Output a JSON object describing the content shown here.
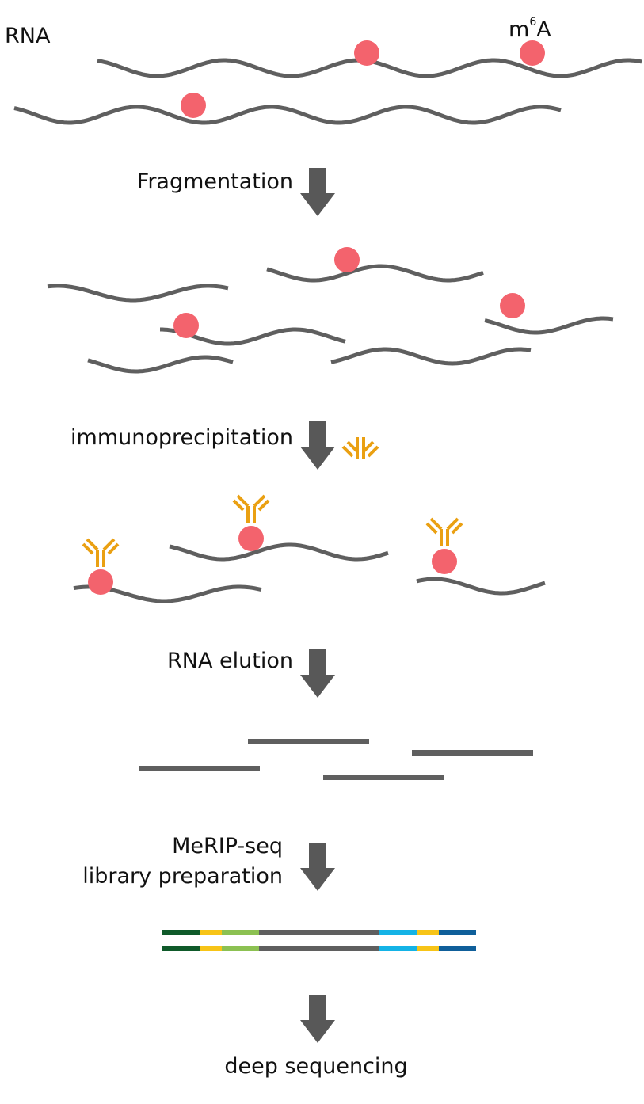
{
  "labels": {
    "rna": "RNA",
    "m6a_base": "m",
    "m6a_super": "6",
    "m6a_tail": "A",
    "step_fragmentation": "Fragmentation",
    "step_immunoprecipitation": "immunoprecipitation",
    "step_elution": "RNA elution",
    "step_library_line1": "MeRIP-seq",
    "step_library_line2": "library preparation",
    "step_sequencing": "deep sequencing"
  },
  "colors": {
    "strand": "#5f5f5f",
    "m6a_dot": "#f3636d",
    "antibody": "#eaa012",
    "arrow": "#585858",
    "adapter_dark_green": "#0f5a2a",
    "adapter_yellow": "#f7c417",
    "adapter_light_green": "#8cc152",
    "insert_gray": "#5f5f5f",
    "adapter_cyan": "#14b3e6",
    "adapter_blue": "#0f5f9a"
  },
  "icons": {
    "modification": "m6a-dot-icon",
    "antibody": "antibody-y-icon",
    "arrow": "down-arrow-icon"
  }
}
